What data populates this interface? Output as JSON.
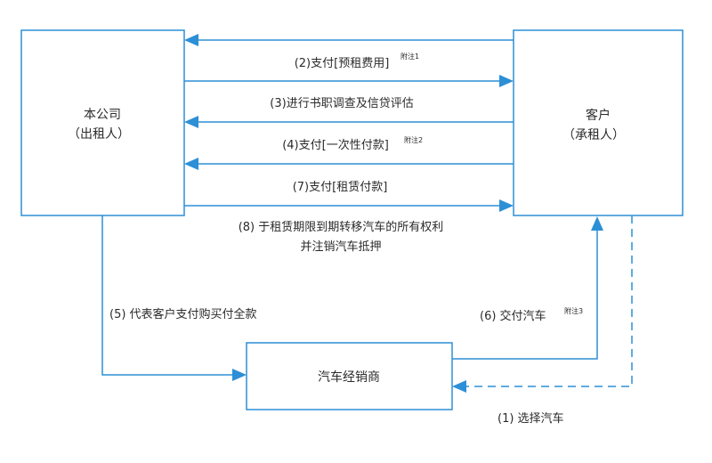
{
  "colors": {
    "line": "#2d8fd6",
    "text": "#2b2b2b",
    "background": "#ffffff"
  },
  "boxes": {
    "company": {
      "line1": "本公司",
      "line2": "（出租人）"
    },
    "customer": {
      "line1": "客户",
      "line2": "（承租人）"
    },
    "dealer": {
      "label": "汽车经销商"
    }
  },
  "flows": {
    "f2": {
      "label": "(2)支付[预租费用]",
      "note": "附注1"
    },
    "f3": {
      "label": "(3)进行书职调查及信贷评估"
    },
    "f4": {
      "label": "(4)支付[一次性付款]",
      "note": "附注2"
    },
    "f7": {
      "label": "(7)支付[租赁付款]"
    },
    "f8": {
      "line1": "(8) 于租赁期限到期转移汽车的所有权利",
      "line2": "并注销汽车抵押"
    },
    "f5": {
      "label": "(5) 代表客户支付购买付全款"
    },
    "f6": {
      "label": "(6) 交付汽车",
      "note": "附注3"
    },
    "f1": {
      "label": "(1) 选择汽车"
    }
  }
}
